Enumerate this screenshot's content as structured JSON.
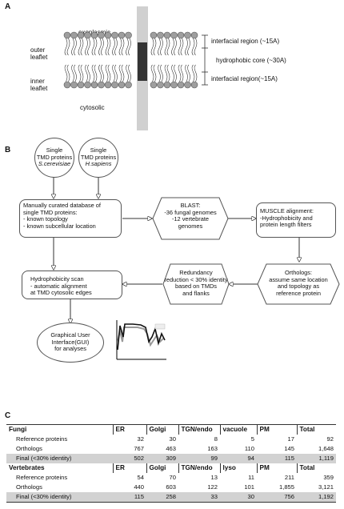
{
  "panel_a": {
    "label": "A",
    "exoplasmic": "exoplasmic",
    "outer_leaflet": [
      "outer",
      "leaflet"
    ],
    "inner_leaflet": [
      "inner",
      "leaflet"
    ],
    "cytosolic": "cytosolic",
    "regions": {
      "interfacial_top": "interfacial region (~15A)",
      "core": "hydrophobic core (~30A)",
      "interfacial_bottom": "interfacial region(~15A)"
    }
  },
  "panel_b": {
    "label": "B",
    "yeast_box": [
      "Single",
      "TMD proteins",
      "S.cerevisiae"
    ],
    "human_box": [
      "Single",
      "TMD proteins",
      "H.sapiens"
    ],
    "database_box": [
      "Manually curated database of",
      "single TMD proteins:",
      "- known topology",
      "- known subcellular location"
    ],
    "blast_box": [
      "BLAST:",
      "-36 fungal genomes",
      "-12 vertebrate",
      "genomes"
    ],
    "muscle_box": [
      "MUSCLE alignment:",
      "-Hydrophobicity and",
      "protein length filters"
    ],
    "orthologs_box": [
      "Orthologs:",
      "assume same location",
      "and topology as",
      "reference protein"
    ],
    "redundancy_box": [
      "Redundancy",
      "reduction < 30% identity",
      "based on TMDs",
      "and flanks"
    ],
    "hydro_box": [
      "Hydrophobicity scan",
      "- automatic alignment",
      "at TMD cytosolic edges"
    ],
    "gui_box": [
      "Graphical User",
      "Interface(GUI)",
      "for analyses"
    ]
  },
  "panel_c": {
    "label": "C",
    "fungi": {
      "header": [
        "Fungi",
        "ER",
        "Golgi",
        "TGN/endo",
        "vacuole",
        "PM",
        "Total"
      ],
      "rows": [
        {
          "label": "Reference proteins",
          "values": [
            "32",
            "30",
            "8",
            "5",
            "17",
            "92"
          ]
        },
        {
          "label": "Orthologs",
          "values": [
            "767",
            "463",
            "163",
            "110",
            "145",
            "1,648"
          ]
        },
        {
          "label": "Final (<30% identity)",
          "values": [
            "502",
            "309",
            "99",
            "94",
            "115",
            "1,119"
          ]
        }
      ]
    },
    "vertebrates": {
      "header": [
        "Vertebrates",
        "ER",
        "Golgi",
        "TGN/endo",
        "lyso",
        "PM",
        "Total"
      ],
      "rows": [
        {
          "label": "Reference proteins",
          "values": [
            "54",
            "70",
            "13",
            "11",
            "211",
            "359"
          ]
        },
        {
          "label": "Orthologs",
          "values": [
            "440",
            "603",
            "122",
            "101",
            "1,855",
            "3,121"
          ]
        },
        {
          "label": "Final (<30% identity)",
          "values": [
            "115",
            "258",
            "33",
            "30",
            "756",
            "1,192"
          ]
        }
      ]
    }
  },
  "colors": {
    "lipid_head": "#9e9e9e",
    "tmd": "#333333",
    "shade": "#d2d2d2",
    "gray_bar": "#d0d0d0"
  }
}
